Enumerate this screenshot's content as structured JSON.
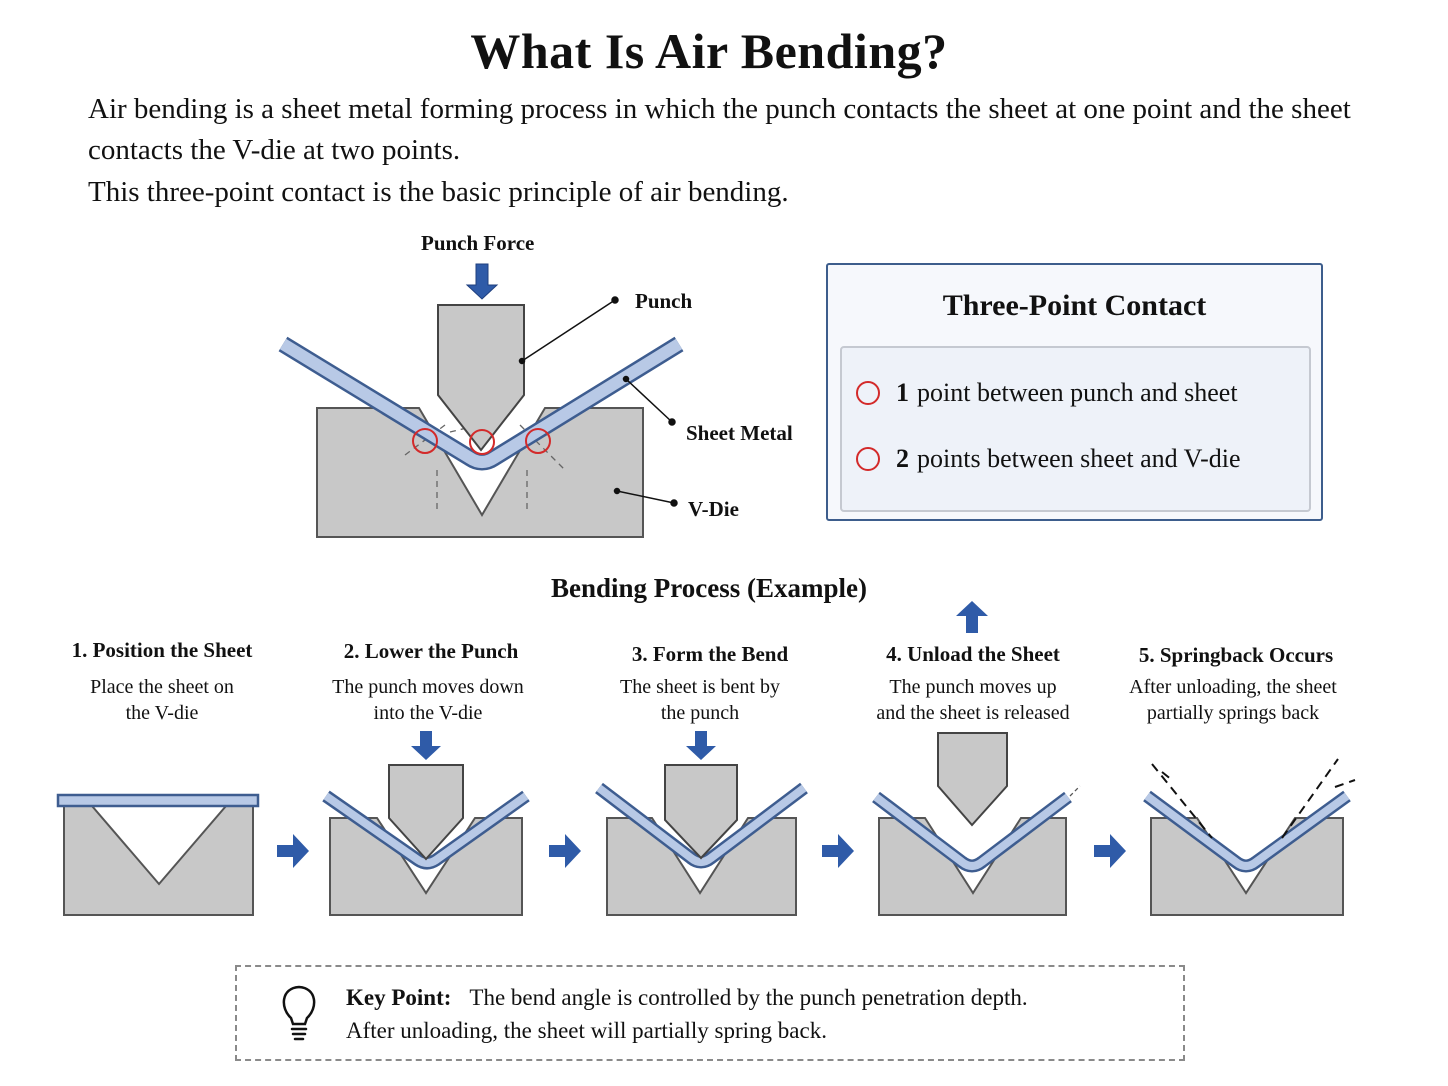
{
  "title": "What Is Air Bending?",
  "intro": {
    "line1": "Air bending is a sheet metal forming process in which the punch contacts the sheet at one point and the sheet contacts the V-die at two points.",
    "line2": "This three-point contact is the basic principle of air bending."
  },
  "diagram": {
    "punch_force": "Punch Force",
    "punch": "Punch",
    "sheet_metal": "Sheet Metal",
    "v_die": "V-Die"
  },
  "contact_card": {
    "title": "Three-Point Contact",
    "items": [
      {
        "count": "1",
        "text": "point between punch and sheet"
      },
      {
        "count": "2",
        "text": "points between sheet and V-die"
      }
    ]
  },
  "process": {
    "title": "Bending Process (Example)",
    "steps": [
      {
        "title": "1. Position the Sheet",
        "desc1": "Place the sheet on",
        "desc2": "the V-die"
      },
      {
        "title": "2. Lower the Punch",
        "desc1": "The punch moves down",
        "desc2": "into the V-die"
      },
      {
        "title": "3. Form the Bend",
        "desc1": "The sheet is bent by",
        "desc2": "the punch"
      },
      {
        "title": "4. Unload the Sheet",
        "desc1": "The punch moves up",
        "desc2": "and the sheet is released"
      },
      {
        "title": "5. Springback Occurs",
        "desc1": "After unloading, the sheet",
        "desc2": "partially springs back"
      }
    ]
  },
  "key_point": {
    "label": "Key Point:",
    "line1": "The bend angle is controlled by the punch penetration depth.",
    "line2": "After unloading, the sheet will partially spring back."
  },
  "colors": {
    "steel": "#c8c8c8",
    "sheet": "#b8c9e6",
    "sheet_edge": "#3e5d90",
    "arrow": "#2f5ba8",
    "contact": "#d32a2a"
  },
  "icons": [
    "down-arrow-icon",
    "up-arrow-icon",
    "right-arrow-icon",
    "lightbulb-icon",
    "contact-circle-icon"
  ]
}
